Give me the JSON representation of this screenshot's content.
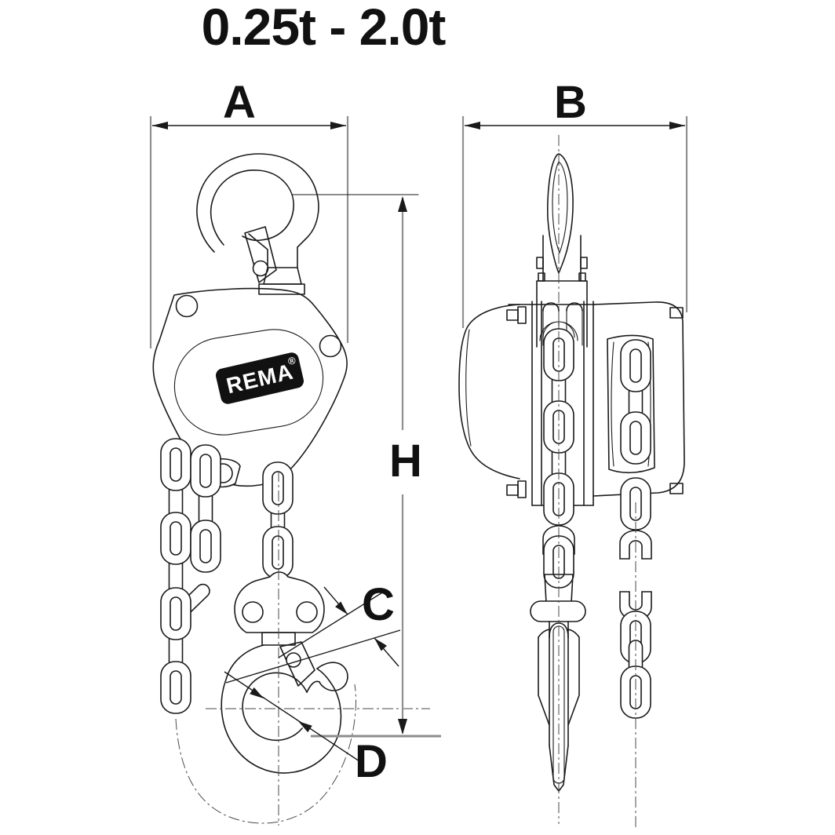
{
  "title": "0.25t - 2.0t",
  "brand": {
    "logo_text": "REMA",
    "registered_mark": "®"
  },
  "dimensions": {
    "width_front_label": "A",
    "width_side_label": "B",
    "hook_opening_label": "C",
    "hook_throat_label": "D",
    "lift_height_label": "H"
  },
  "colors": {
    "line": "#1a1a1a",
    "dimension_line": "#909090",
    "logo_background": "#111111",
    "logo_text": "#ffffff",
    "background": "#ffffff"
  }
}
